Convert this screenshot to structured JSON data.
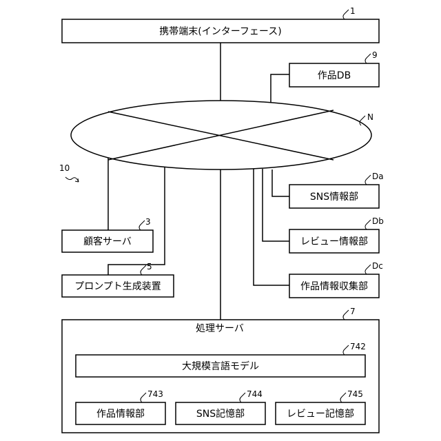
{
  "terminal": {
    "label": "携帯端末(インターフェース)",
    "ref": "1"
  },
  "works_db": {
    "label": "作品DB",
    "ref": "9"
  },
  "network": {
    "ref": "N"
  },
  "system": {
    "ref": "10"
  },
  "sns_info": {
    "label": "SNS情報部",
    "ref": "Da"
  },
  "review_info": {
    "label": "レビュー情報部",
    "ref": "Db"
  },
  "works_collect": {
    "label": "作品情報収集部",
    "ref": "Dc"
  },
  "customer_server": {
    "label": "顧客サーバ",
    "ref": "3"
  },
  "prompt_gen": {
    "label": "プロンプト生成装置",
    "ref": "5"
  },
  "processing_server": {
    "label": "処理サーバ",
    "ref": "7"
  },
  "llm": {
    "label": "大規模言語モデル",
    "ref": "742"
  },
  "works_info": {
    "label": "作品情報部",
    "ref": "743"
  },
  "sns_store": {
    "label": "SNS記憶部",
    "ref": "744"
  },
  "review_store": {
    "label": "レビュー記憶部",
    "ref": "745"
  }
}
